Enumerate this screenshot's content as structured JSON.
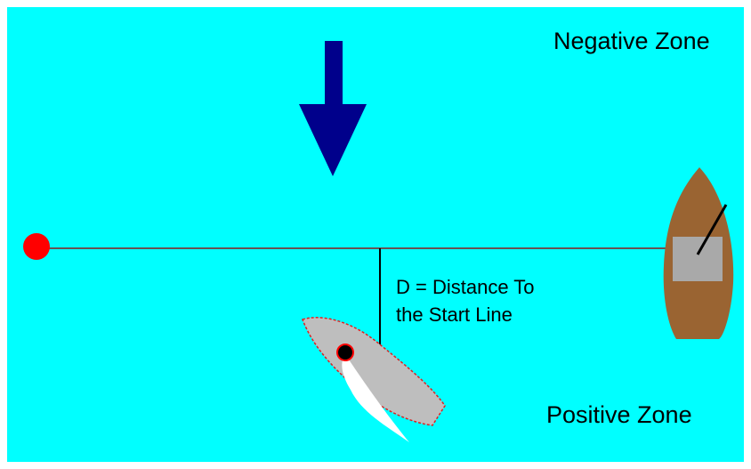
{
  "labels": {
    "negative_zone": "Negative Zone",
    "positive_zone": "Positive Zone",
    "distance_line_1": "D = Distance To",
    "distance_line_2": "the Start Line"
  },
  "colors": {
    "water": "#00ffff",
    "arrow": "#00008b",
    "start_line": "#8b1a1a",
    "pin_buoy": "#ff0000",
    "committee_boat_hull": "#9a6432",
    "committee_boat_cabin": "#a9a9a9",
    "sailboat_hull": "#bebebe",
    "sailboat_outline": "#dd2222",
    "sail": "#ffffff",
    "distance_line": "#000000"
  },
  "icons": {
    "wind_direction": "arrow-down-icon",
    "pin_end": "buoy-icon",
    "committee_boat": "committee-boat-icon",
    "racing_boat": "sailboat-icon"
  }
}
